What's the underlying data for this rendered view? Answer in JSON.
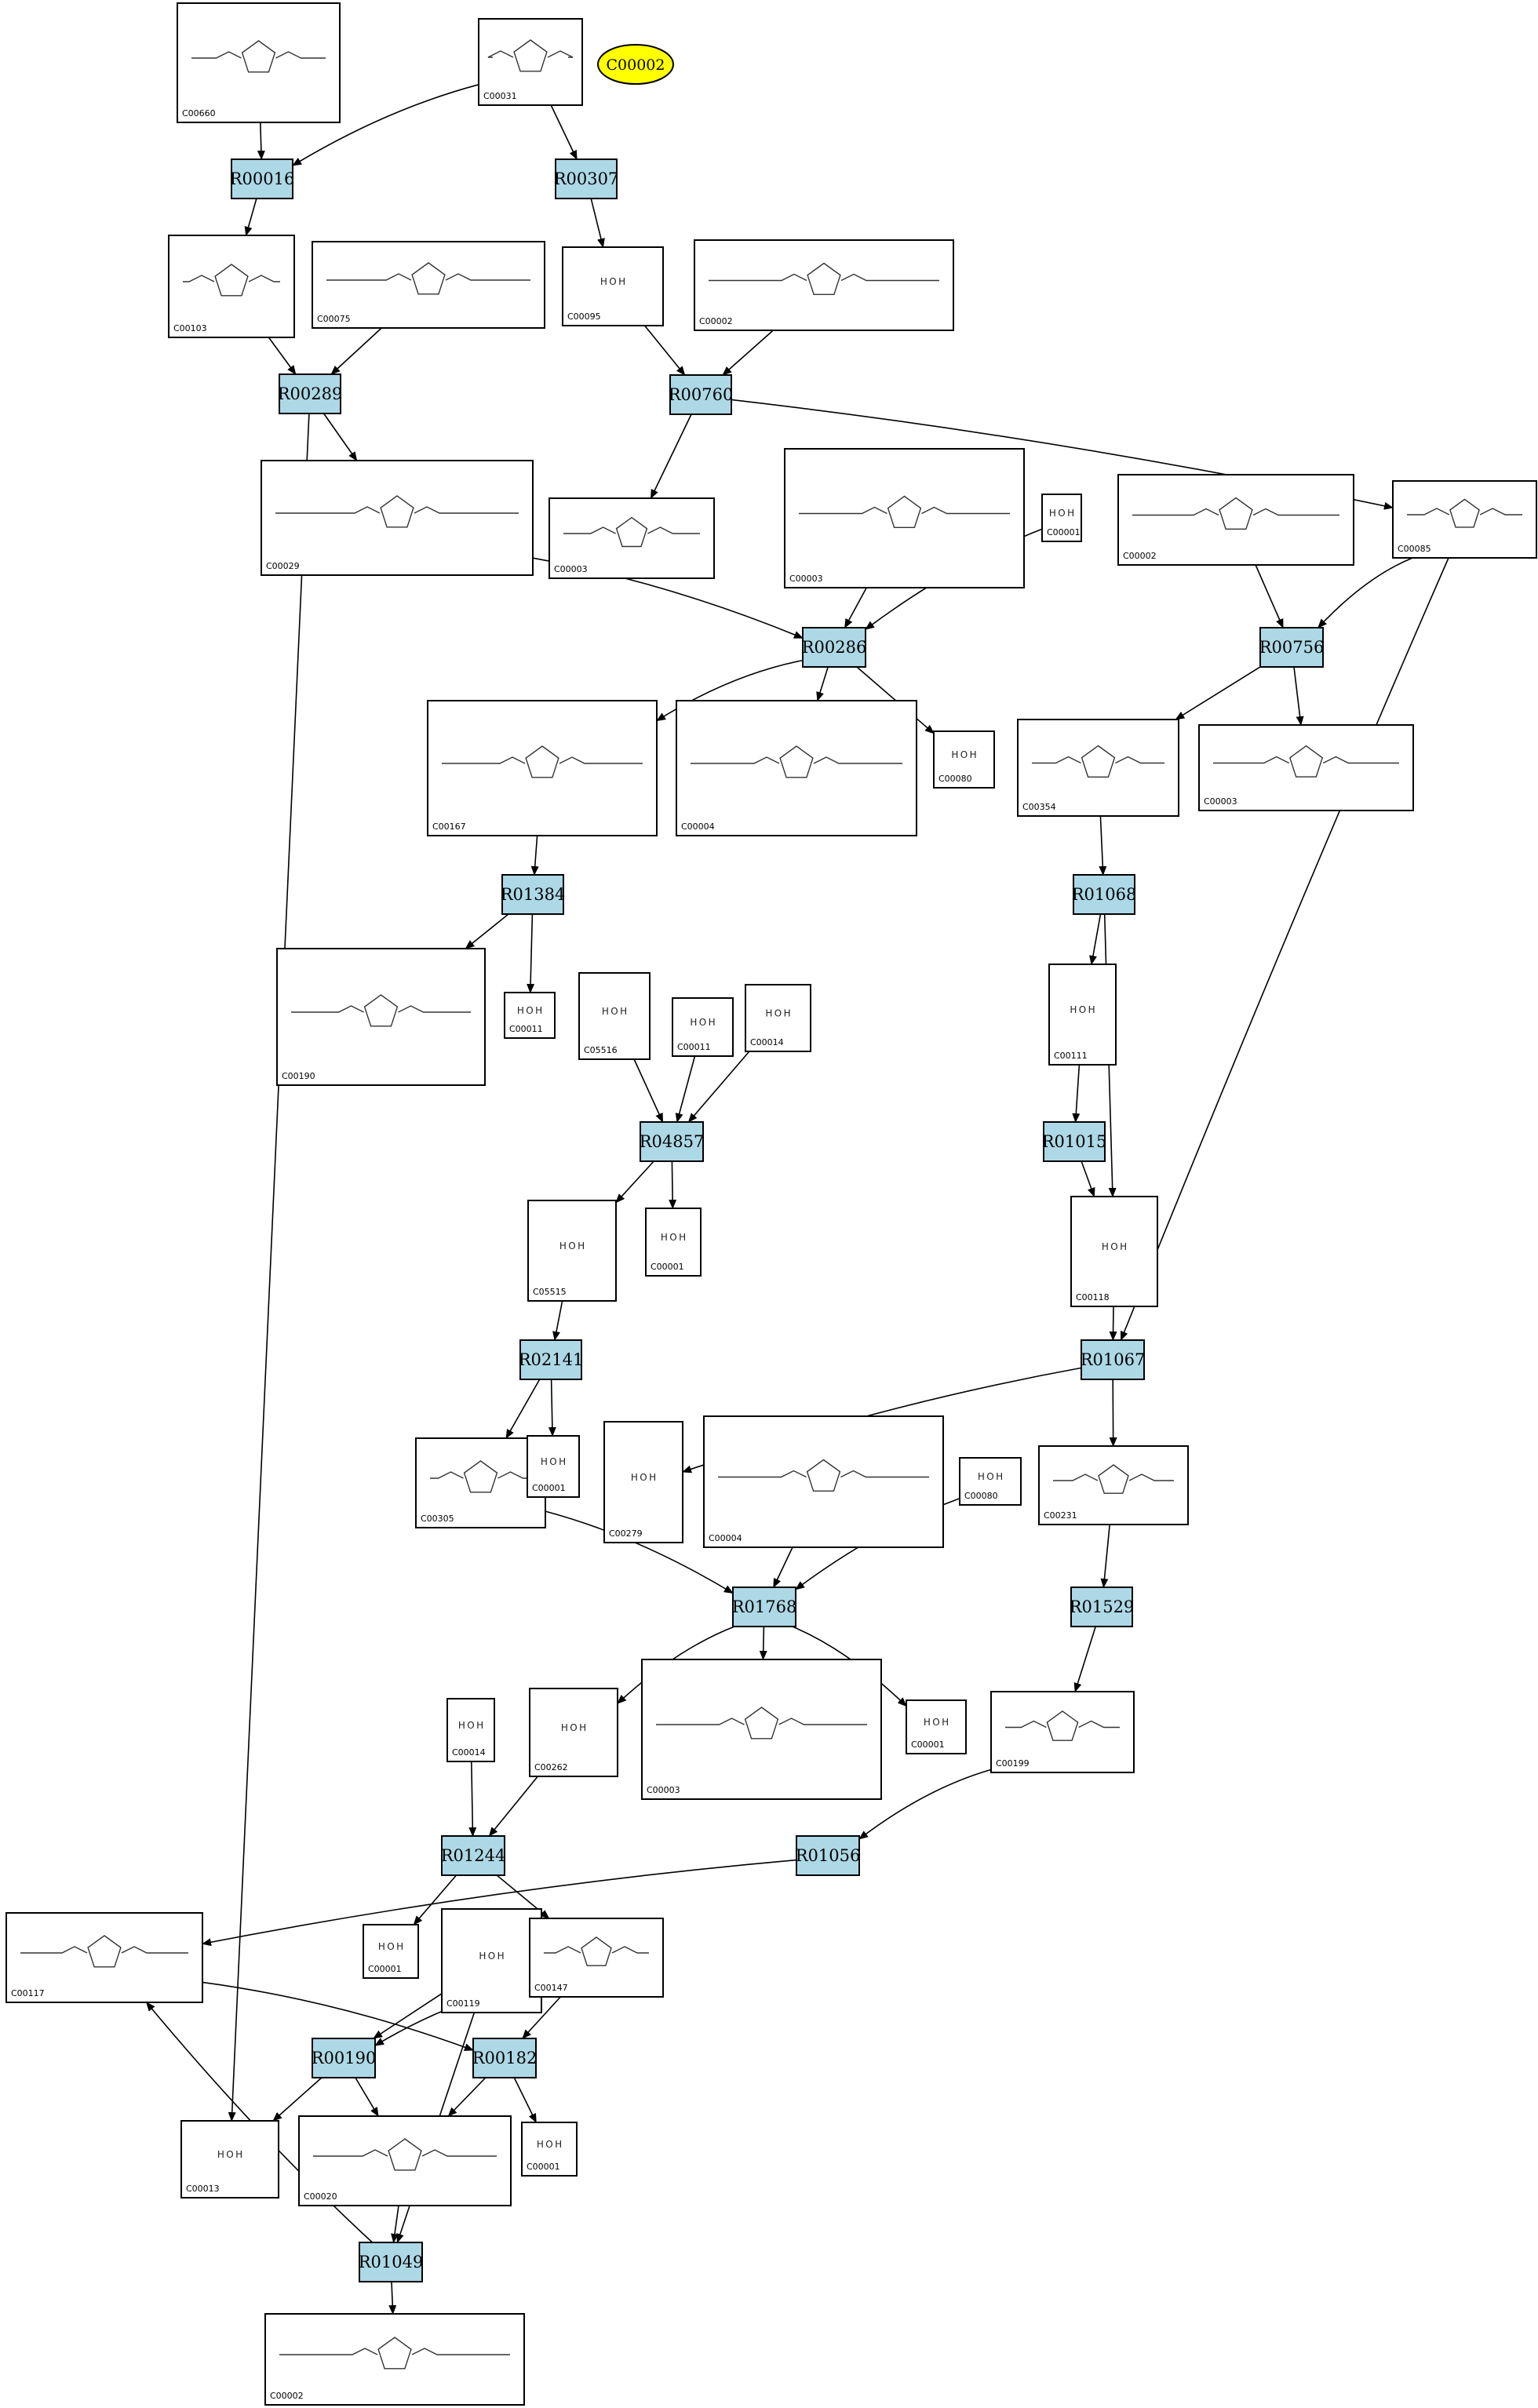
{
  "highlight": {
    "label": "C00002",
    "color": "#ffff00"
  },
  "colors": {
    "reaction_fill": "#add8e6",
    "compound_fill": "#ffffff",
    "edge": "#000000"
  },
  "compounds": [
    {
      "id": "C00660"
    },
    {
      "id": "C00031"
    },
    {
      "id": "C00103"
    },
    {
      "id": "C00075"
    },
    {
      "id": "C00095"
    },
    {
      "id": "C00002"
    },
    {
      "id": "C00029"
    },
    {
      "id": "C00003"
    },
    {
      "id": "C00003"
    },
    {
      "id": "C00001"
    },
    {
      "id": "C00002"
    },
    {
      "id": "C00085"
    },
    {
      "id": "C00167"
    },
    {
      "id": "C00004"
    },
    {
      "id": "C00080"
    },
    {
      "id": "C00354"
    },
    {
      "id": "C00003"
    },
    {
      "id": "C00190"
    },
    {
      "id": "C00011"
    },
    {
      "id": "C05516"
    },
    {
      "id": "C00011"
    },
    {
      "id": "C00014"
    },
    {
      "id": "C00111"
    },
    {
      "id": "C05515"
    },
    {
      "id": "C00001"
    },
    {
      "id": "C00118"
    },
    {
      "id": "C00305"
    },
    {
      "id": "C00001"
    },
    {
      "id": "C00279"
    },
    {
      "id": "C00004"
    },
    {
      "id": "C00080"
    },
    {
      "id": "C00231"
    },
    {
      "id": "C00014"
    },
    {
      "id": "C00262"
    },
    {
      "id": "C00003"
    },
    {
      "id": "C00001"
    },
    {
      "id": "C00199"
    },
    {
      "id": "C00001"
    },
    {
      "id": "C00119"
    },
    {
      "id": "C00147"
    },
    {
      "id": "C00117"
    },
    {
      "id": "C00013"
    },
    {
      "id": "C00020"
    },
    {
      "id": "C00001"
    },
    {
      "id": "C00002"
    }
  ],
  "reactions": [
    {
      "id": "R00016"
    },
    {
      "id": "R00307"
    },
    {
      "id": "R00289"
    },
    {
      "id": "R00760"
    },
    {
      "id": "R00286"
    },
    {
      "id": "R00756"
    },
    {
      "id": "R01384"
    },
    {
      "id": "R01068"
    },
    {
      "id": "R04857"
    },
    {
      "id": "R01015"
    },
    {
      "id": "R02141"
    },
    {
      "id": "R01067"
    },
    {
      "id": "R01768"
    },
    {
      "id": "R01529"
    },
    {
      "id": "R01244"
    },
    {
      "id": "R01056"
    },
    {
      "id": "R00190"
    },
    {
      "id": "R00182"
    },
    {
      "id": "R01049"
    }
  ],
  "edges": [
    [
      "c1",
      "r0"
    ],
    [
      "c0",
      "r0"
    ],
    [
      "c1",
      "r1"
    ],
    [
      "r0",
      "c2"
    ],
    [
      "r1",
      "c4"
    ],
    [
      "c2",
      "r2"
    ],
    [
      "c3",
      "r2"
    ],
    [
      "c4",
      "r3"
    ],
    [
      "c5",
      "r3"
    ],
    [
      "r2",
      "c6"
    ],
    [
      "r2",
      "c41"
    ],
    [
      "r3",
      "c7"
    ],
    [
      "r3",
      "c11"
    ],
    [
      "c6",
      "r4"
    ],
    [
      "c8",
      "r4"
    ],
    [
      "c9",
      "r4"
    ],
    [
      "c10",
      "r5"
    ],
    [
      "c11",
      "r5"
    ],
    [
      "c11",
      "r11"
    ],
    [
      "r4",
      "c12"
    ],
    [
      "r4",
      "c13"
    ],
    [
      "r4",
      "c14"
    ],
    [
      "r5",
      "c15"
    ],
    [
      "r5",
      "c16"
    ],
    [
      "c12",
      "r6"
    ],
    [
      "r6",
      "c17"
    ],
    [
      "r6",
      "c18"
    ],
    [
      "c15",
      "r7"
    ],
    [
      "r7",
      "c22"
    ],
    [
      "r7",
      "c25"
    ],
    [
      "c19",
      "r8"
    ],
    [
      "c20",
      "r8"
    ],
    [
      "c21",
      "r8"
    ],
    [
      "r8",
      "c23"
    ],
    [
      "r8",
      "c24"
    ],
    [
      "c22",
      "r9"
    ],
    [
      "r9",
      "c25"
    ],
    [
      "c23",
      "r10"
    ],
    [
      "r10",
      "c26"
    ],
    [
      "r10",
      "c27"
    ],
    [
      "c25",
      "r11"
    ],
    [
      "r11",
      "c28"
    ],
    [
      "r11",
      "c31"
    ],
    [
      "c26",
      "r12"
    ],
    [
      "c29",
      "r12"
    ],
    [
      "c30",
      "r12"
    ],
    [
      "r12",
      "c33"
    ],
    [
      "r12",
      "c34"
    ],
    [
      "r12",
      "c35"
    ],
    [
      "c31",
      "r13"
    ],
    [
      "r13",
      "c36"
    ],
    [
      "c32",
      "r14"
    ],
    [
      "c33",
      "r14"
    ],
    [
      "r14",
      "c37"
    ],
    [
      "r14",
      "c39"
    ],
    [
      "c36",
      "r15"
    ],
    [
      "r15",
      "c40"
    ],
    [
      "c38",
      "r16"
    ],
    [
      "c39",
      "r16"
    ],
    [
      "r16",
      "c41"
    ],
    [
      "r16",
      "c42"
    ],
    [
      "c39",
      "r17"
    ],
    [
      "c40",
      "r17"
    ],
    [
      "r17",
      "c42"
    ],
    [
      "r17",
      "c43"
    ],
    [
      "c38",
      "r18"
    ],
    [
      "c42",
      "r18"
    ],
    [
      "r18",
      "c44"
    ],
    [
      "r18",
      "c40"
    ]
  ]
}
